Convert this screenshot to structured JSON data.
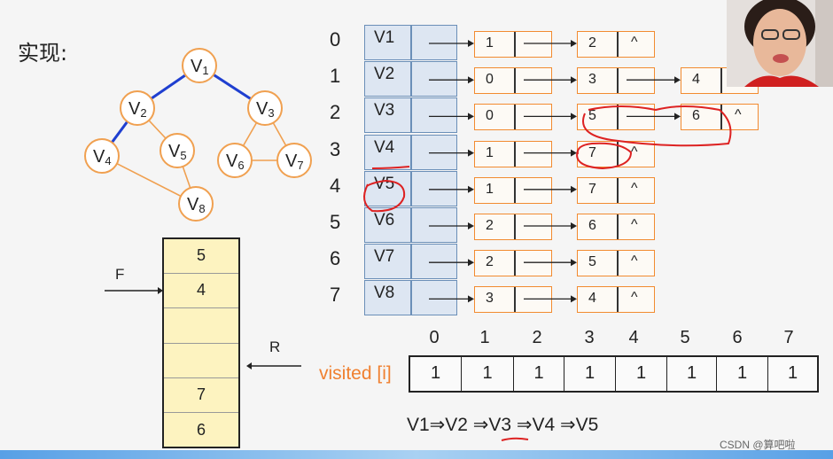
{
  "title": "实现:",
  "graph": {
    "vertices": [
      {
        "key": "v1",
        "base": "V",
        "sub": "1"
      },
      {
        "key": "v2",
        "base": "V",
        "sub": "2"
      },
      {
        "key": "v3",
        "base": "V",
        "sub": "3"
      },
      {
        "key": "v4",
        "base": "V",
        "sub": "4"
      },
      {
        "key": "v5",
        "base": "V",
        "sub": "5"
      },
      {
        "key": "v6",
        "base": "V",
        "sub": "6"
      },
      {
        "key": "v7",
        "base": "V",
        "sub": "7"
      },
      {
        "key": "v8",
        "base": "V",
        "sub": "8"
      }
    ],
    "tree_edges_color": "#1f3fd0",
    "other_edges_color": "#f0a050",
    "node_color": "#f0a050"
  },
  "adjacency": {
    "rows": [
      {
        "index": "0",
        "vertex": "V1",
        "list": [
          {
            "v": "1",
            "c": ""
          },
          {
            "v": "2",
            "c": "^"
          }
        ]
      },
      {
        "index": "1",
        "vertex": "V2",
        "list": [
          {
            "v": "0",
            "c": ""
          },
          {
            "v": "3",
            "c": ""
          },
          {
            "v": "4",
            "c": ""
          }
        ]
      },
      {
        "index": "2",
        "vertex": "V3",
        "list": [
          {
            "v": "0",
            "c": ""
          },
          {
            "v": "5",
            "c": ""
          },
          {
            "v": "6",
            "c": "^"
          }
        ]
      },
      {
        "index": "3",
        "vertex": "V4",
        "list": [
          {
            "v": "1",
            "c": ""
          },
          {
            "v": "7",
            "c": "^"
          }
        ]
      },
      {
        "index": "4",
        "vertex": "V5",
        "list": [
          {
            "v": "1",
            "c": ""
          },
          {
            "v": "7",
            "c": "^"
          }
        ]
      },
      {
        "index": "5",
        "vertex": "V6",
        "list": [
          {
            "v": "2",
            "c": ""
          },
          {
            "v": "6",
            "c": "^"
          }
        ]
      },
      {
        "index": "6",
        "vertex": "V7",
        "list": [
          {
            "v": "2",
            "c": ""
          },
          {
            "v": "5",
            "c": "^"
          }
        ]
      },
      {
        "index": "7",
        "vertex": "V8",
        "list": [
          {
            "v": "3",
            "c": ""
          },
          {
            "v": "4",
            "c": "^"
          }
        ]
      }
    ]
  },
  "queue": {
    "front_label": "F",
    "rear_label": "R",
    "cells": [
      "5",
      "4",
      "",
      "",
      "7",
      "6"
    ]
  },
  "visited": {
    "label": "visited [i]",
    "indices": [
      "0",
      "1",
      "2",
      "3",
      "4",
      "5",
      "6",
      "7"
    ],
    "values": [
      "1",
      "1",
      "1",
      "1",
      "1",
      "1",
      "1",
      "1"
    ]
  },
  "traversal": "V1⇒V2 ⇒V3 ⇒V4 ⇒V5",
  "watermark": "CSDN @算吧啦"
}
